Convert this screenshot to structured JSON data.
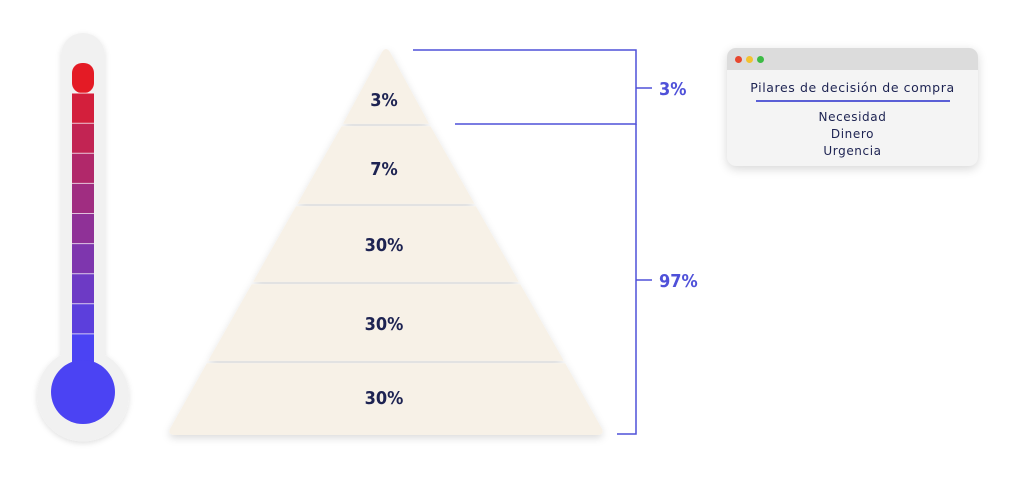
{
  "colors": {
    "tier_fill": "#f7f1e7",
    "tier_text": "#1d2352",
    "bracket": "#4f51d9",
    "thermo_top": "#e41b25",
    "thermo_bottom": "#4b43f3"
  },
  "thermometer": {
    "segments": 10
  },
  "pyramid": {
    "tiers": [
      {
        "label": "3%"
      },
      {
        "label": "7%"
      },
      {
        "label": "30%"
      },
      {
        "label": "30%"
      },
      {
        "label": "30%"
      }
    ]
  },
  "brackets": [
    {
      "label": "3%"
    },
    {
      "label": "97%"
    }
  ],
  "card": {
    "window_dots": [
      "#e7472f",
      "#f2c230",
      "#3cbb45"
    ],
    "title": "Pilares de decisión de compra",
    "items": [
      "Necesidad",
      "Dinero",
      "Urgencia"
    ]
  }
}
